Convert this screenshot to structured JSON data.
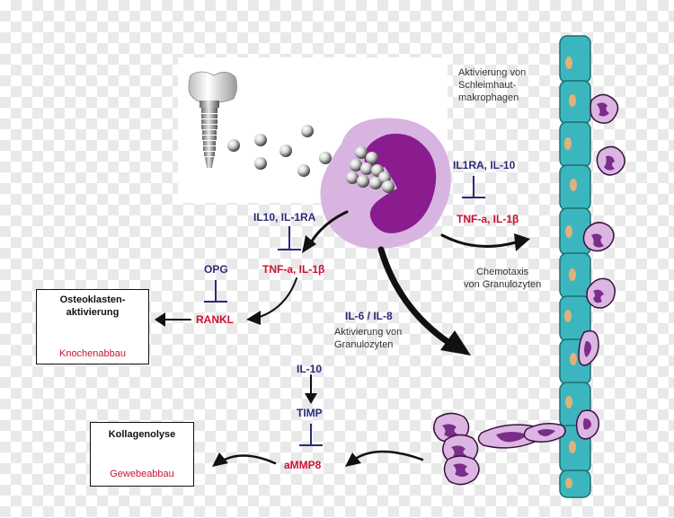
{
  "labels": {
    "il1ra_il10": "IL1RA, IL-10",
    "tnf_il1b_right": "TNF-a, IL-1β",
    "il10_il1ra": "IL10, IL-1RA",
    "tnf_il1b_left": "TNF-a, IL-1β",
    "opg": "OPG",
    "rankl": "RANKL",
    "il6_il8": "IL-6 / IL-8",
    "il10": "IL-10",
    "timp": "TIMP",
    "ammp8": "aMMP8"
  },
  "notes": {
    "aktivierung_schleimhaut": "Aktivierung von\nSchleimhaut-\nmakrophagen",
    "chemotaxis": "Chemotaxis\nvon Granulozyten",
    "aktivierung_granulozyten": "Aktivierung von\nGranulozyten"
  },
  "boxes": {
    "osteo": {
      "title": "Osteoklasten-\naktivierung",
      "result": "Knochenabbau"
    },
    "kollagen": {
      "title": "Kollagenolyse",
      "result": "Gewebeabbau"
    }
  },
  "colors": {
    "navy": "#2b2a77",
    "red": "#cc1133",
    "macrophage": "#8a1c8f",
    "macrophage_light": "#d8b4e0",
    "epithelium": "#3cb6be",
    "granulocyte": "#7a2d8a"
  }
}
